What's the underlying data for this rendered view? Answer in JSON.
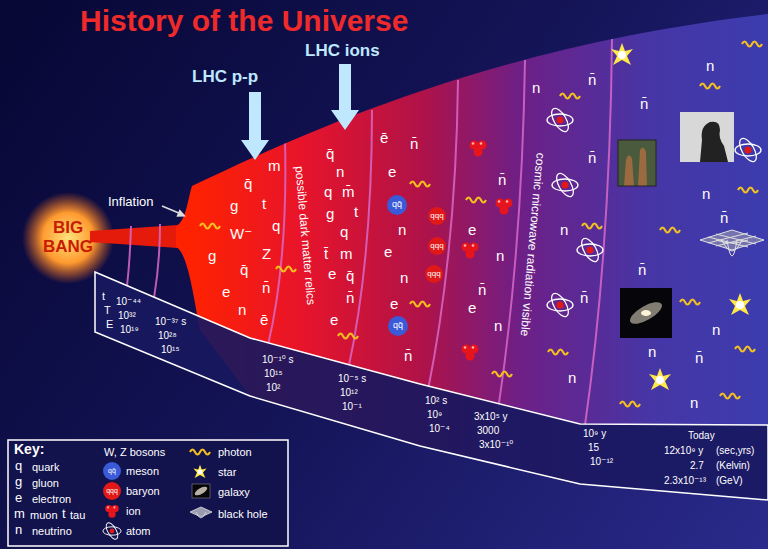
{
  "diagram": {
    "title": "History of the Universe",
    "labels": [
      "LHC p-p",
      "LHC ions",
      "Inflation",
      "BIG BANG",
      "possible dark matter relics",
      "cosmic microwave radiation visible",
      "t",
      "T",
      "E",
      "10⁻⁴⁴",
      "10³²",
      "10¹⁹",
      "10⁻³⁷ s",
      "10²⁸",
      "10¹⁵",
      "10⁻¹⁰ s",
      "10¹⁵",
      "10²",
      "10⁻⁵ s",
      "10¹²",
      "10⁻¹",
      "10² s",
      "10⁹",
      "10⁻⁴",
      "3x10⁵ y",
      "3000",
      "3x10⁻¹⁰",
      "10⁹ y",
      "15",
      "10⁻¹²",
      "Today",
      "12x10⁹ y",
      "(sec,yrs)",
      "2.7",
      "(Kelvin)",
      "2.3x10⁻¹³",
      "(GeV)",
      "m",
      "q̄",
      "g",
      "t",
      "q",
      "W⁻",
      "Z",
      "q̄",
      "g",
      "e",
      "n̄",
      "n",
      "ē",
      "q̄",
      "n",
      "q",
      "m̄",
      "t",
      "g",
      "q",
      "t̄",
      "m",
      "e",
      "q̄",
      "n̄",
      "e",
      "ē",
      "n̄",
      "e",
      "qq̄",
      "n",
      "e",
      "n",
      "e",
      "qq̄",
      "n̄",
      "qqq",
      "qqq",
      "qqq",
      "n̄",
      "e",
      "n",
      "n̄",
      "e",
      "n",
      "n",
      "n̄",
      "n̄",
      "n",
      "n̄",
      "n",
      "n",
      "n̄",
      "n",
      "n̄",
      "n̄",
      "n",
      "n",
      "n̄",
      "n",
      "Key:",
      "q",
      "g",
      "e",
      "m",
      "t",
      "n",
      "qq̄",
      "qqq"
    ],
    "legend": [
      {
        "text": "quark"
      },
      {
        "text": "gluon"
      },
      {
        "text": "electron"
      },
      {
        "text": "muon"
      },
      {
        "text": "tau"
      },
      {
        "text": "neutrino"
      },
      {
        "text": "W, Z bosons"
      },
      {
        "text": "meson"
      },
      {
        "text": "baryon"
      },
      {
        "text": "ion"
      },
      {
        "text": "atom"
      },
      {
        "text": "photon"
      },
      {
        "text": "star"
      },
      {
        "text": "galaxy"
      },
      {
        "text": "black hole"
      }
    ]
  }
}
